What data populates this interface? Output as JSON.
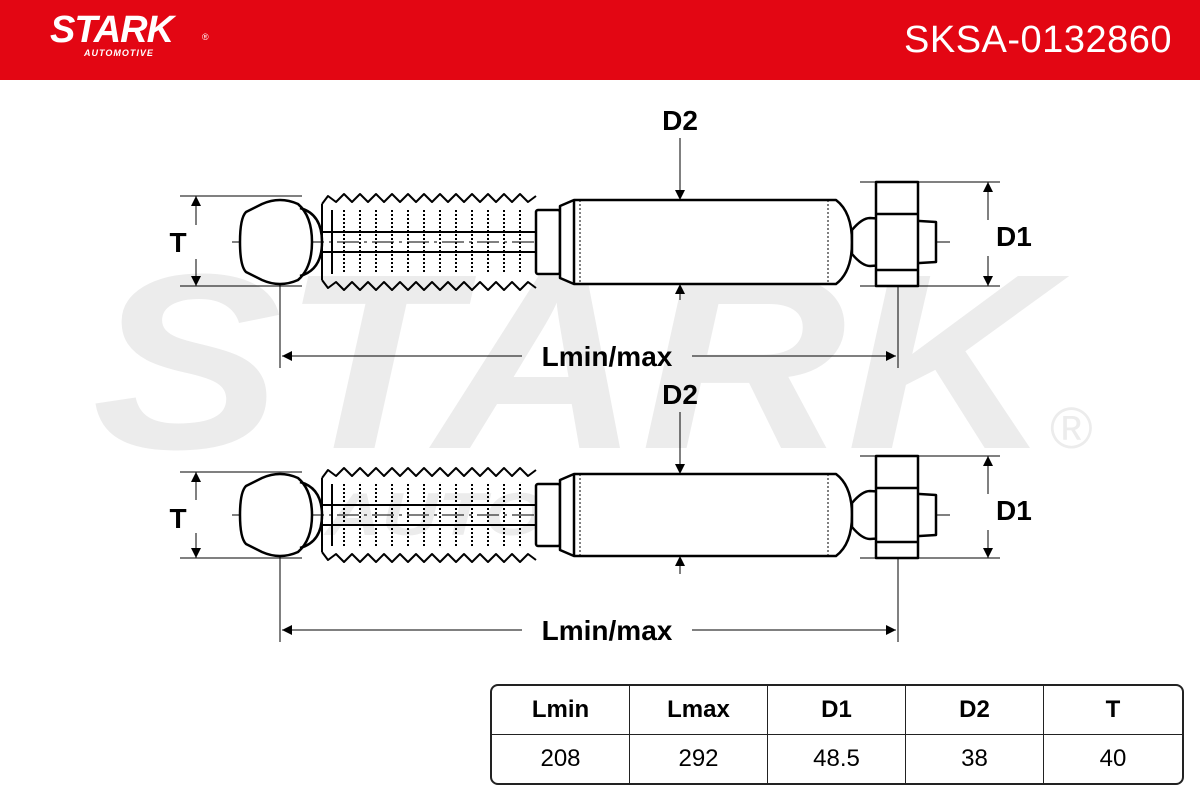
{
  "header": {
    "brand_name": "STARK",
    "brand_subtitle": "AUTOMOTIVE",
    "brand_registered": "®",
    "part_number": "SKSA-0132860"
  },
  "watermark": {
    "text": "STARK",
    "subtitle": "AUTOMOTIVE",
    "registered": "®"
  },
  "diagram": {
    "top": {
      "label_d2": "D2",
      "label_d1": "D1",
      "label_t": "T",
      "label_l": "Lmin/max"
    },
    "bottom": {
      "label_d2": "D2",
      "label_d1": "D1",
      "label_t": "T",
      "label_l": "Lmin/max"
    }
  },
  "spec_table": {
    "headers": [
      "Lmin",
      "Lmax",
      "D1",
      "D2",
      "T"
    ],
    "values": [
      "208",
      "292",
      "48.5",
      "38",
      "40"
    ]
  },
  "colors": {
    "header_bg": "#e30613",
    "line": "#000000",
    "watermark": "#ececec"
  }
}
